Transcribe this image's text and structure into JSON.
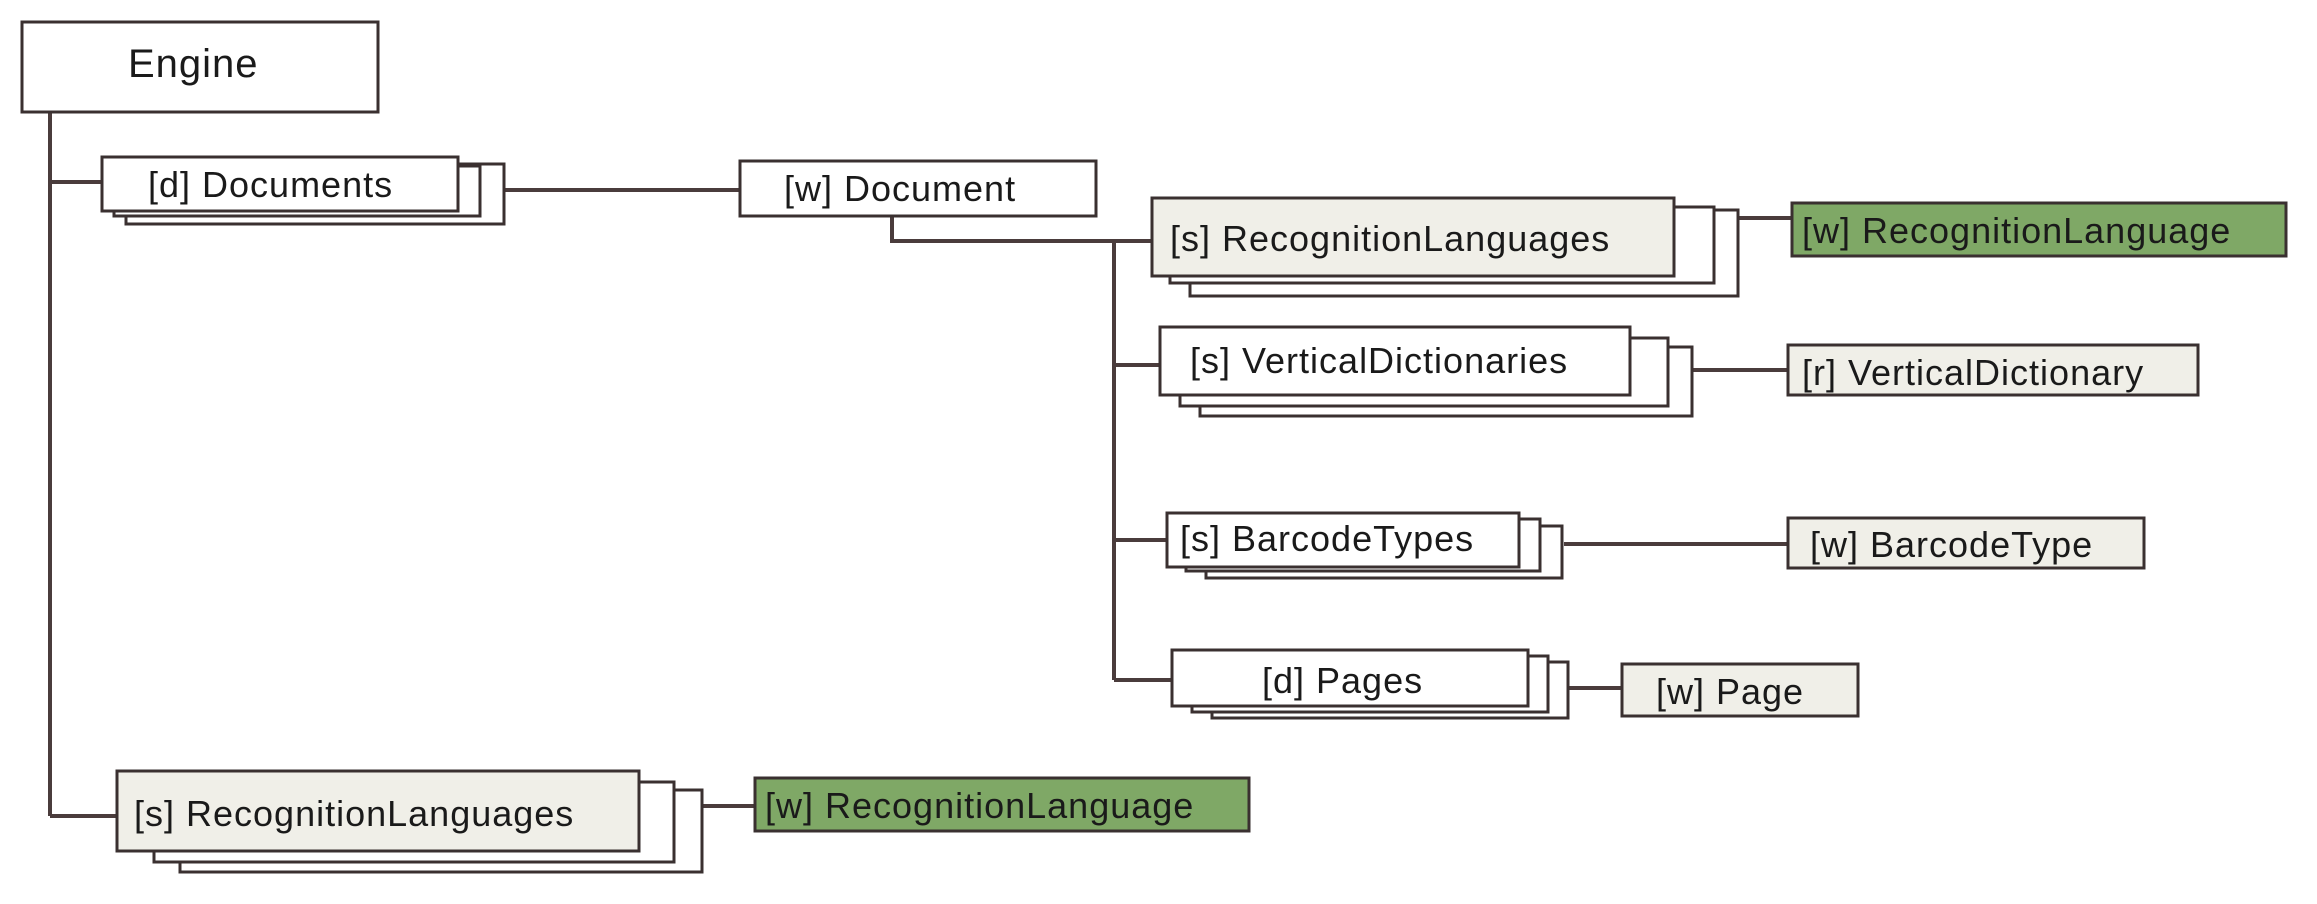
{
  "nodes": {
    "engine": "Engine",
    "documents": "[d] Documents",
    "document": "[w] Document",
    "doc_recognition_languages": "[s] RecognitionLanguages",
    "doc_recognition_language": "[w] RecognitionLanguage",
    "vertical_dictionaries": "[s] VerticalDictionaries",
    "vertical_dictionary": "[r] VerticalDictionary",
    "barcode_types": "[s] BarcodeTypes",
    "barcode_type": "[w] BarcodeType",
    "pages": "[d] Pages",
    "page": "[w] Page",
    "engine_recognition_languages": "[s] RecognitionLanguages",
    "engine_recognition_language": "[w] RecognitionLanguage"
  },
  "legend_colors": {
    "white_box": "#ffffff",
    "light_box": "#f0efe8",
    "highlight_box": "#7fa866",
    "line": "#4a3c3c"
  }
}
